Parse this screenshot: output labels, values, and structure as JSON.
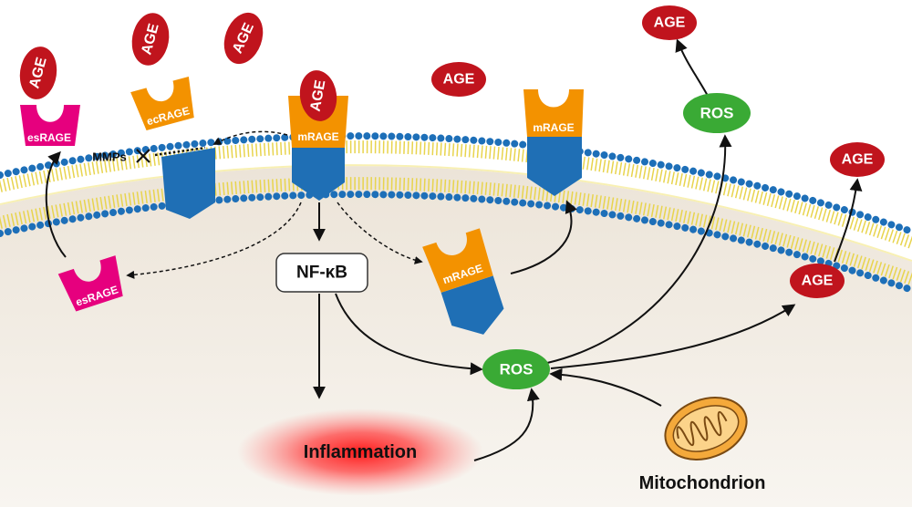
{
  "labels": {
    "age": "AGE",
    "ros": "ROS",
    "mrage": "mRAGE",
    "esrage": "esRAGE",
    "ecrage": "ecRAGE",
    "nfkb": "NF-κB",
    "inflammation": "Inflammation",
    "mitochondrion": "Mitochondrion",
    "mmps": "MMPs"
  },
  "colors": {
    "age": "#c0141d",
    "ros": "#3aaa35",
    "mrage_head": "#f39200",
    "mrage_body": "#1f6fb5",
    "esrage": "#e6007e",
    "ecrage": "#f39200",
    "membrane_head": "#1d6fb8",
    "membrane_tail": "#e8d44d",
    "cytoplasm": "#ede7de",
    "inflammation_glow": "#ff1a1a",
    "mitochondrion": "#f4a93b"
  }
}
